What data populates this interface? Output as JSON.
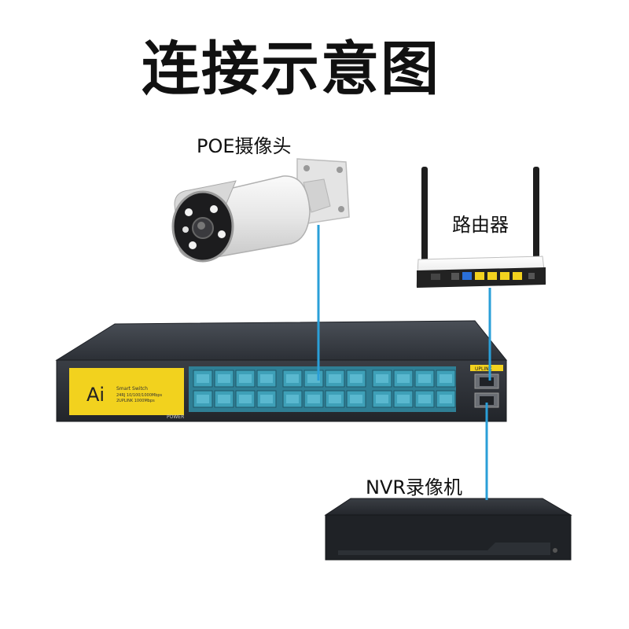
{
  "title": "连接示意图",
  "labels": {
    "camera": "POE摄像头",
    "router": "路由器",
    "nvr": "NVR录像机"
  },
  "switch": {
    "brand": "Ai",
    "line1": "Smart Switch",
    "line2": "24RJ 10/100/1000Mbps",
    "line3": "2UPLINK 1000Mbps",
    "power": "POWER",
    "uplink": "UPLINK"
  },
  "colors": {
    "cable": "#2a9fd8",
    "port": "#3ea0b8",
    "switch_panel": "#f2d21e",
    "device_body": "#2e3238"
  }
}
